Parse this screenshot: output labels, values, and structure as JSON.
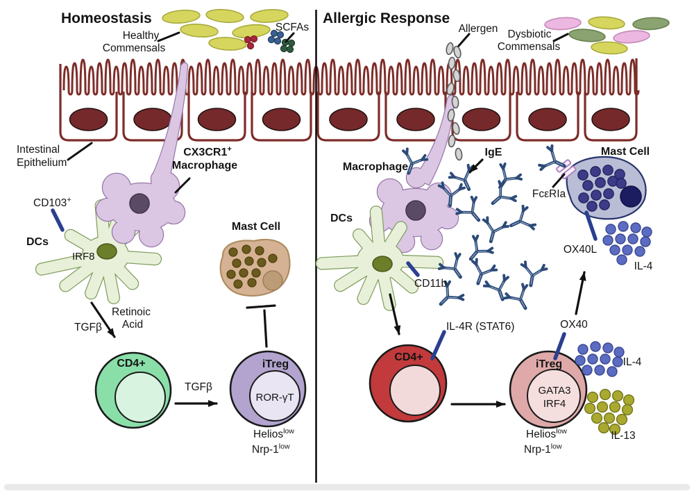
{
  "left_panel": {
    "title": "Homeostasis",
    "commensals": [
      "Healthy",
      "Commensals"
    ],
    "scfas": "SCFAs",
    "epithelium": [
      "Intestinal",
      "Epithelium"
    ],
    "macrophage": {
      "gene": "CX3CR1",
      "gene_sup": "+",
      "cell": "Macrophage"
    },
    "dc": {
      "label": "DCs",
      "marker": "CD103",
      "marker_sup": "+",
      "tf": "IRF8"
    },
    "dc_signals": {
      "tgfb": "TGFβ",
      "retinoic": [
        "Retinoic",
        "Acid"
      ]
    },
    "cd4": "CD4+",
    "conversion_signal": "TGFβ",
    "itreg": {
      "name": "iTreg",
      "tf": "ROR-γT",
      "helios": "Helios",
      "helios_sup": "low",
      "nrp1": "Nrp-1",
      "nrp1_sup": "low"
    },
    "mast": "Mast Cell"
  },
  "right_panel": {
    "title": "Allergic Response",
    "allergen": "Allergen",
    "commensals": [
      "Dysbiotic",
      "Commensals"
    ],
    "macrophage": "Macrophage",
    "ige": "IgE",
    "mast": "Mast Cell",
    "fcer1a": "FcεRIa",
    "ox40l": "OX40L",
    "il4_mast": "IL-4",
    "dc": {
      "label": "DCs",
      "marker": "CD11b"
    },
    "il4r": "IL-4R (STAT6)",
    "cd4": "CD4+",
    "ox40": "OX40",
    "itreg": {
      "name": "iTreg",
      "tf1": "GATA3",
      "tf2": "IRF4",
      "helios": "Helios",
      "helios_sup": "low",
      "nrp1": "Nrp-1",
      "nrp1_sup": "low"
    },
    "il4": "IL-4",
    "il13": "IL-13"
  },
  "colors": {
    "epithelium": "#7d2d29",
    "macrophage": "#dbc7e3",
    "dendritic_cell": "#e8f0d9",
    "receptor_bar": "#2a3f8f",
    "ige_antibody": "#2c4a78",
    "cd4_homeostasis": "#8adfa9",
    "itreg_homeostasis": "#b2a4cf",
    "cd4_allergic": "#c23a3c",
    "itreg_allergic": "#dfa9a9",
    "mast_homeostasis": "#d6b294",
    "mast_allergic": "#b9bed6",
    "il4_dots": "#5c6cc2",
    "il13_dots": "#a9a930",
    "healthy_commensal": "#d6d65e",
    "dysbiotic_pink": "#ecb7e0",
    "dysbiotic_green": "#8ba271"
  }
}
